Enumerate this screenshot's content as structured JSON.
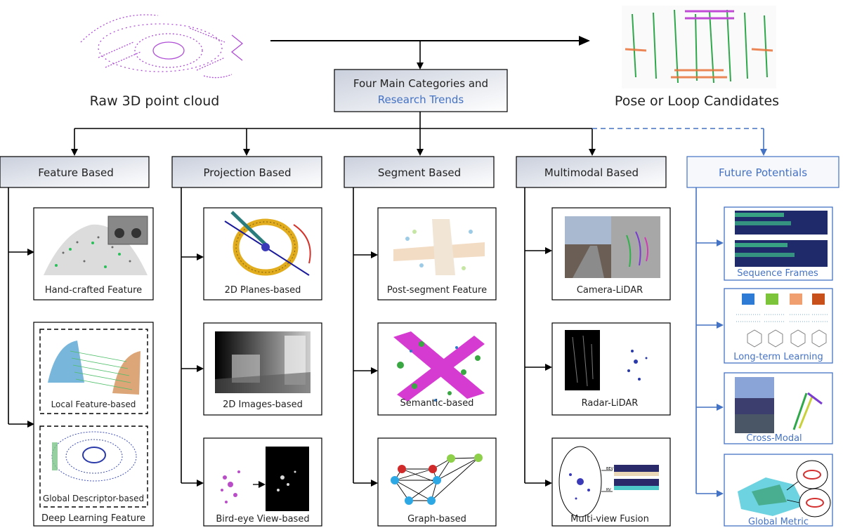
{
  "top": {
    "input_label": "Raw 3D point cloud",
    "output_label": "Pose or Loop Candidates",
    "center_line1": "Four Main Categories and",
    "center_line2": "Research Trends"
  },
  "categories": [
    {
      "label": "Feature Based",
      "items": [
        "Hand-crafted Feature",
        "Deep Learning Feature"
      ],
      "subitems": [
        "Local Feature-based",
        "Global Descriptor-based"
      ]
    },
    {
      "label": "Projection Based",
      "items": [
        "2D Planes-based",
        "2D Images-based",
        "Bird-eye View-based"
      ]
    },
    {
      "label": "Segment Based",
      "items": [
        "Post-segment Feature",
        "Semantic-based",
        "Graph-based"
      ]
    },
    {
      "label": "Multimodal Based",
      "items": [
        "Camera-LiDAR",
        "Radar-LiDAR",
        "Multi-view Fusion"
      ]
    },
    {
      "label": "Future Potentials",
      "items": [
        "Sequence Frames",
        "Long-term Learning",
        "Cross-Modal",
        "Global Metric"
      ]
    }
  ],
  "multiview": {
    "bev": "BEV",
    "rv": "RV"
  },
  "colors": {
    "accent_blue": "#4472c4",
    "header_gray": "#dfe3ec",
    "text": "#222222"
  }
}
